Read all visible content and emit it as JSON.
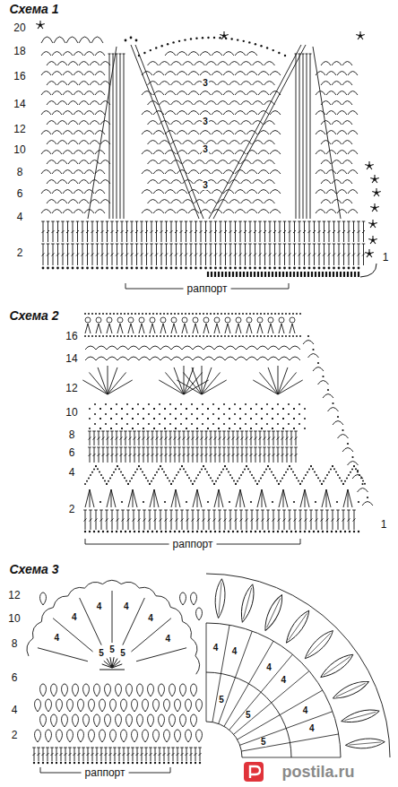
{
  "diagram": {
    "labels": [
      "Схема 1",
      "20",
      "18",
      "16",
      "14",
      "12",
      "10",
      "8",
      "6",
      "4",
      "2",
      "1",
      "раппорт",
      "3",
      "3",
      "3",
      "3",
      "Схема 2",
      "16",
      "14",
      "12",
      "10",
      "8",
      "6",
      "4",
      "2",
      "1",
      "раппорт",
      "Схема 3",
      "12",
      "10",
      "8",
      "6",
      "4",
      "2",
      "раппорт",
      "4",
      "4",
      "4",
      "4",
      "4",
      "4",
      "5",
      "5",
      "5",
      "4",
      "4",
      "4",
      "4",
      "4",
      "4",
      "5",
      "5",
      "5",
      "postila.ru"
    ]
  }
}
